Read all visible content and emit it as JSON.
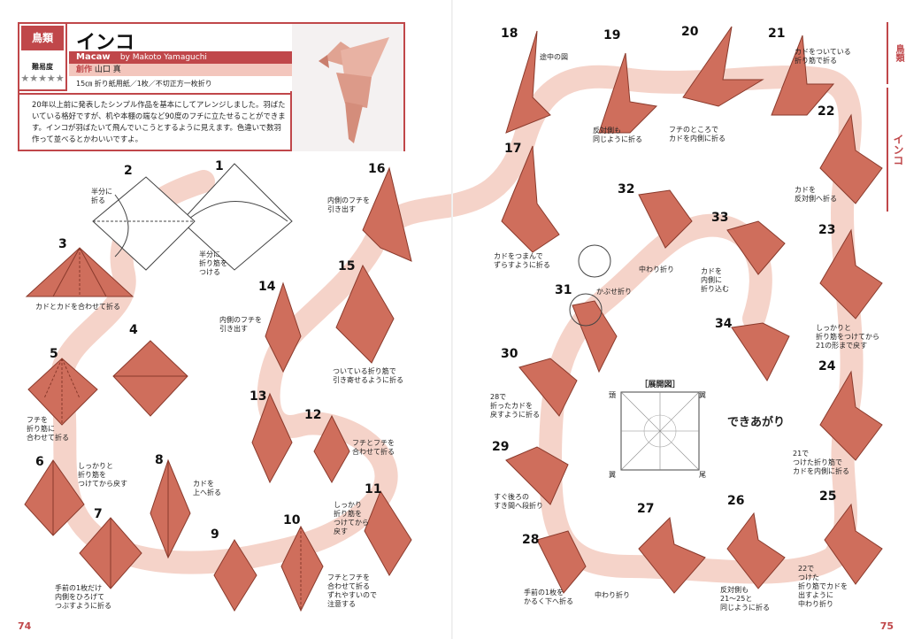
{
  "header": {
    "category": "鳥類",
    "difficulty_label": "難易度",
    "difficulty_stars": "★★★★★",
    "title_ja": "インコ",
    "title_en": "Macaw",
    "byline": "by Makoto Yamaguchi",
    "creator_label": "創作",
    "creator_name": "山口 真",
    "paper_info": "15㎝ 折り紙用紙／1枚／不切正方一枚折り",
    "description": "20年以上前に発表したシンプル作品を基本にしてアレンジしました。羽ばたいている格好ですが、机や本棚の端など90度のフチに立たせることができます。インコが羽ばたいて飛んでいこうとするように見えます。色違いで数羽作って並べるとかわいいですよ。"
  },
  "side_tab": {
    "category": "鳥類",
    "title": "インコ"
  },
  "folios": {
    "left": "74",
    "right": "75"
  },
  "crease_pattern": {
    "title": "［展開図］",
    "labels": {
      "head": "頭",
      "wing_tr": "翼",
      "wing_bl": "翼",
      "tail": "尾"
    }
  },
  "finished_label": "できあがり",
  "steps": [
    {
      "n": "1",
      "note": "半分に\n折り筋を\nつける"
    },
    {
      "n": "2",
      "note": "半分に\n折る"
    },
    {
      "n": "3",
      "note": "カドとカドを合わせて折る"
    },
    {
      "n": "4",
      "note": ""
    },
    {
      "n": "5",
      "note": "フチを\n折り筋に\n合わせて折る"
    },
    {
      "n": "6",
      "note": "しっかりと\n折り筋を\nつけてから戻す"
    },
    {
      "n": "7",
      "note": "手前の1枚だけ\n内側をひろげて\nつぶすように折る"
    },
    {
      "n": "8",
      "note": "カドを\n上へ折る"
    },
    {
      "n": "9",
      "note": ""
    },
    {
      "n": "10",
      "note": "フチとフチを\n合わせて折る\nずれやすいので\n注意する"
    },
    {
      "n": "11",
      "note": "しっかり\n折り筋を\nつけてから\n戻す"
    },
    {
      "n": "12",
      "note": "フチとフチを\n合わせて折る"
    },
    {
      "n": "13",
      "note": ""
    },
    {
      "n": "14",
      "note": "内側のフチを\n引き出す"
    },
    {
      "n": "15",
      "note": "ついている折り筋で\n引き寄せるように折る"
    },
    {
      "n": "16",
      "note": "内側のフチを\n引き出す"
    },
    {
      "n": "17",
      "note": "カドをつまんで\nずらすように折る"
    },
    {
      "n": "18",
      "note": "途中の図"
    },
    {
      "n": "19",
      "note": "反対側も\n同じように折る"
    },
    {
      "n": "20",
      "note": "フチのところで\nカドを内側に折る"
    },
    {
      "n": "21",
      "note": "カドをついている\n折り筋で折る"
    },
    {
      "n": "22",
      "note": "カドを\n反対側へ折る"
    },
    {
      "n": "23",
      "note": "しっかりと\n折り筋をつけてから\n21の形まで戻す"
    },
    {
      "n": "24",
      "note": "21で\nつけた折り筋で\nカドを内側に折る"
    },
    {
      "n": "25",
      "note": "22で\nつけた\n折り筋でカドを\n出すように\n中わり折り"
    },
    {
      "n": "26",
      "note": "反対側も\n21〜25と\n同じように折る"
    },
    {
      "n": "27",
      "note": "中わり折り"
    },
    {
      "n": "28",
      "note": "手前の1枚を\nかるく下へ折る"
    },
    {
      "n": "29",
      "note": "すぐ後ろの\nすき間へ段折り"
    },
    {
      "n": "30",
      "note": "28で\n折ったカドを\n戻すように折る"
    },
    {
      "n": "31",
      "note": "かぶせ折り"
    },
    {
      "n": "32",
      "note": "中わり折り"
    },
    {
      "n": "33",
      "note": "カドを\n内側に\n折り込む"
    },
    {
      "n": "34",
      "note": ""
    }
  ],
  "colors": {
    "accent": "#c0474a",
    "paper": "#cf6e5c",
    "paper_dark": "#a94a3c",
    "path": "#f5d3c9"
  }
}
